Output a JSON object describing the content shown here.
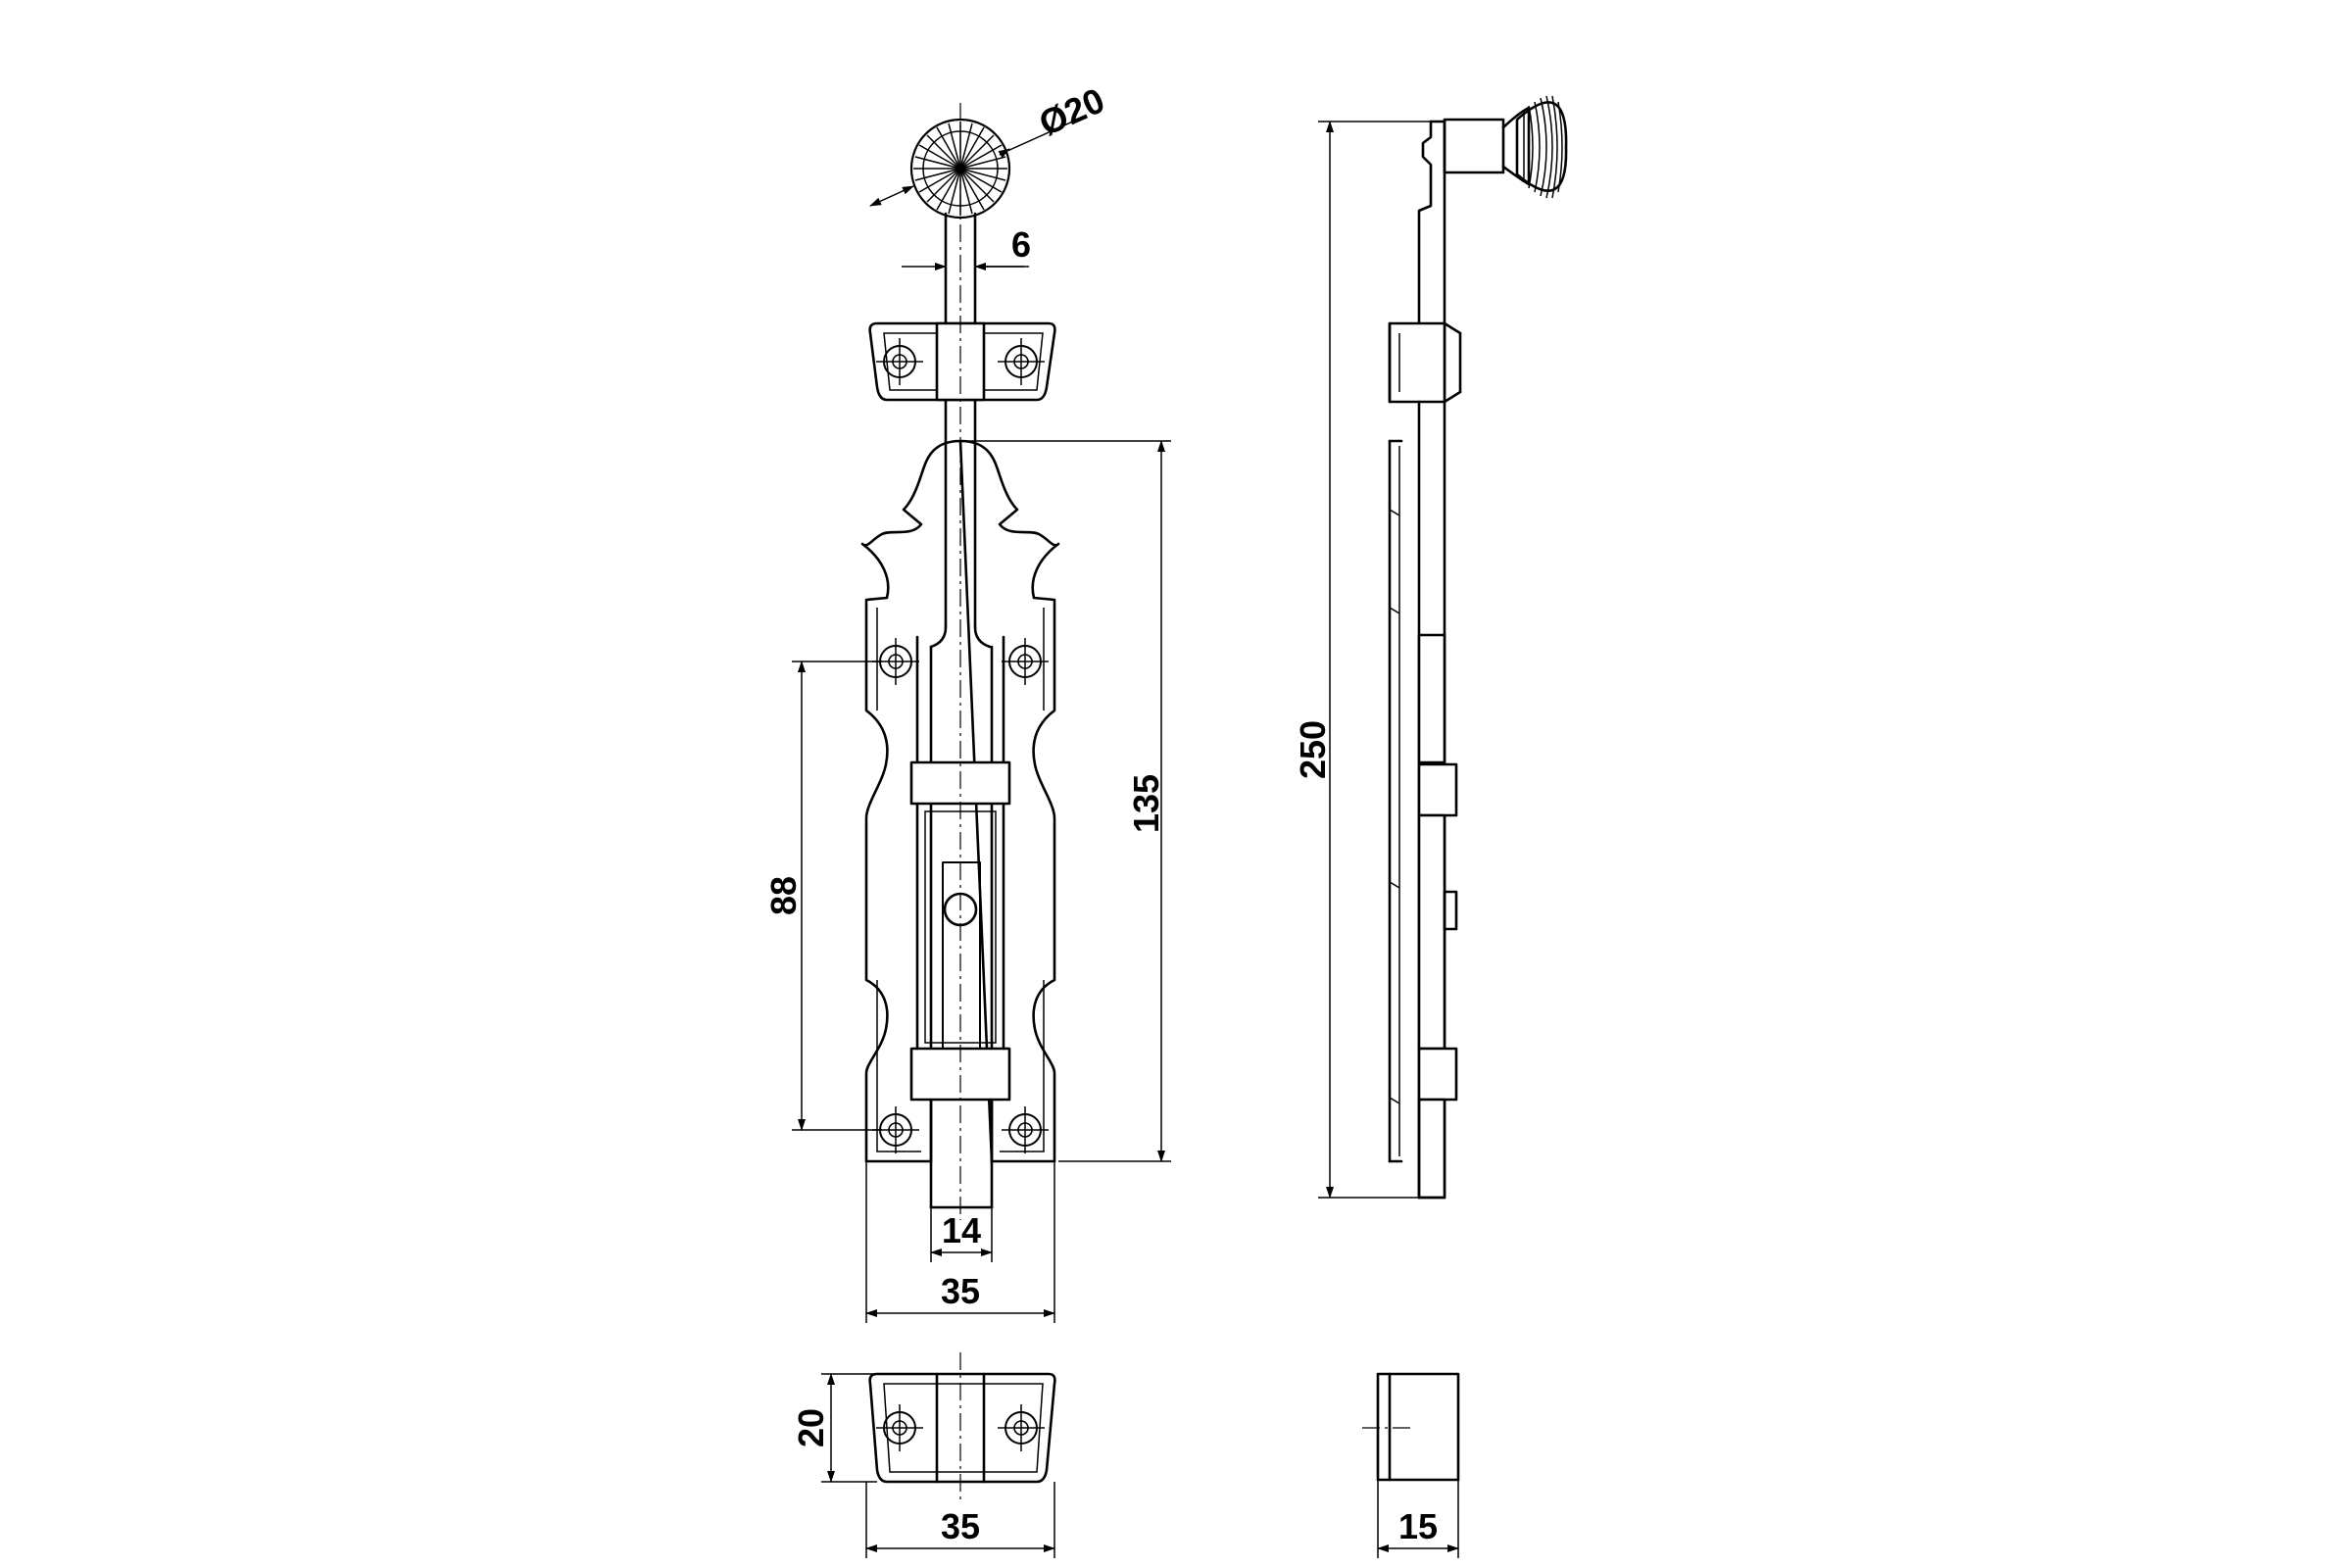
{
  "dimensions": {
    "knob_diameter": "Ø20",
    "rod_width": "6",
    "overall_length": "250",
    "plate_length": "135",
    "hole_spacing": "88",
    "bolt_width": "14",
    "plate_width": "35",
    "keeper_height": "20",
    "keeper_width": "35",
    "keeper_depth": "15"
  }
}
